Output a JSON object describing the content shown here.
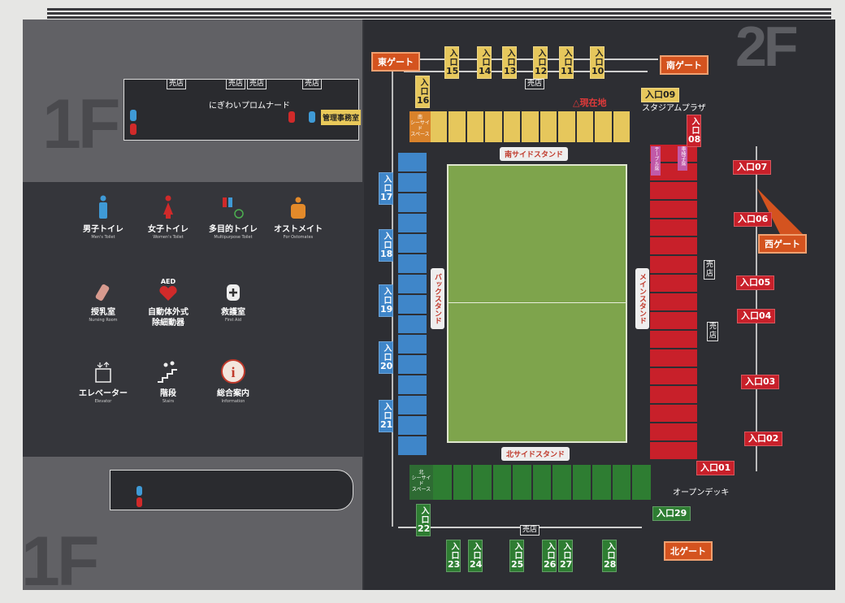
{
  "floors": {
    "upper_left": "1F",
    "lower_left": "1F",
    "map": "2F"
  },
  "floor1": {
    "shops": [
      "売店",
      "売店",
      "売店",
      "売店"
    ],
    "promenade": "にぎわいプロムナード",
    "office": "管理事務室"
  },
  "legend": [
    {
      "jp": "男子トイレ",
      "en": "Men's Toilet",
      "icon": "mens-toilet"
    },
    {
      "jp": "女子トイレ",
      "en": "Women's Toilet",
      "icon": "womens-toilet"
    },
    {
      "jp": "多目的トイレ",
      "en": "Multipurpose Toilet",
      "icon": "multipurpose-toilet"
    },
    {
      "jp": "オストメイト",
      "en": "For Ostomates",
      "icon": "ostomate"
    },
    {
      "jp": "授乳室",
      "en": "Nursing Room",
      "icon": "baby-bottle"
    },
    {
      "jp": "自動体外式\n除細動器",
      "en": "",
      "icon": "aed",
      "badge": "AED"
    },
    {
      "jp": "救護室",
      "en": "First Aid",
      "icon": "first-aid"
    },
    {
      "jp": "エレベーター",
      "en": "Elevator",
      "icon": "elevator"
    },
    {
      "jp": "階段",
      "en": "Stairs",
      "icon": "stairs"
    },
    {
      "jp": "総合案内",
      "en": "Information",
      "icon": "information"
    }
  ],
  "stands": {
    "south": "南サイドスタンド",
    "north": "北サイドスタンド",
    "back": "バックスタンド",
    "main": "メインスタンド"
  },
  "spaces": {
    "south": "南\nシーサイド\nスペース",
    "north": "北\nシーサイド\nスペース",
    "wheelchair": "車椅子席",
    "table": "テーブル席"
  },
  "gates": {
    "east": "東ゲート",
    "south": "南ゲート",
    "west": "西ゲート",
    "north": "北ゲート"
  },
  "places": {
    "current": "現在地",
    "plaza": "スタジアムプラザ",
    "deck": "オープンデッキ",
    "shop": "売店"
  },
  "entrance_prefix": "入口",
  "entrances": {
    "e01": "01",
    "e02": "02",
    "e03": "03",
    "e04": "04",
    "e05": "05",
    "e06": "06",
    "e07": "07",
    "e08": "08",
    "e09": "09",
    "e10": "10",
    "e11": "11",
    "e12": "12",
    "e13": "13",
    "e14": "14",
    "e15": "15",
    "e16": "16",
    "e17": "17",
    "e18": "18",
    "e19": "19",
    "e20": "20",
    "e21": "21",
    "e22": "22",
    "e23": "23",
    "e24": "24",
    "e25": "25",
    "e26": "26",
    "e27": "27",
    "e28": "28",
    "e29": "29"
  },
  "colors": {
    "south": "#e6c75c",
    "back": "#3f86c9",
    "main": "#c8202a",
    "north": "#2e7d32",
    "gate": "#d4531f",
    "pitch": "#7ea44c"
  }
}
